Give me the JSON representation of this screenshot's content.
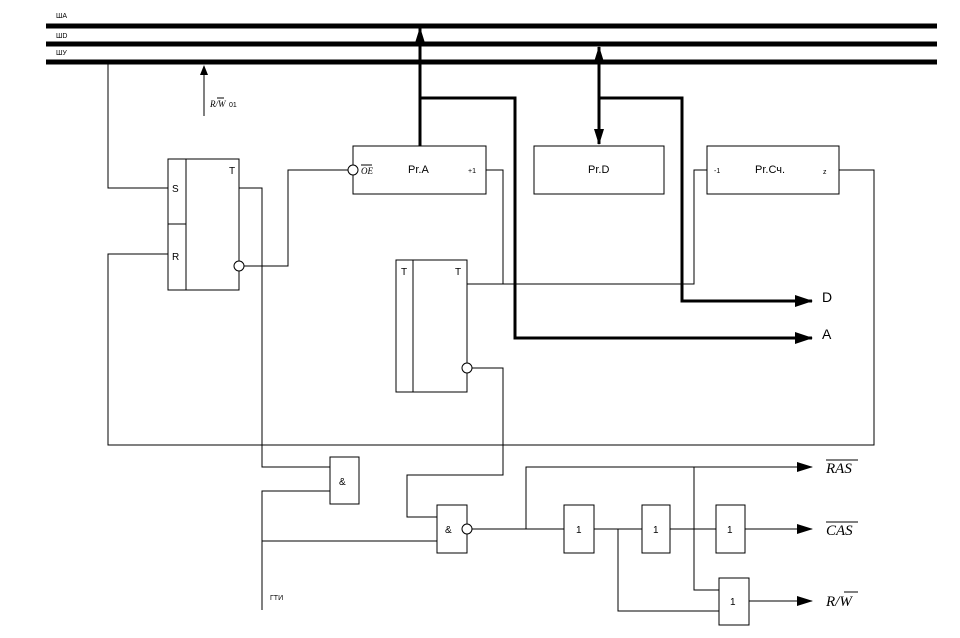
{
  "buses": {
    "address": "ША",
    "data": "ШD",
    "control": "ШУ"
  },
  "control_signal": {
    "name": "R/W",
    "suffix": "01"
  },
  "trigger_left": {
    "set": "S",
    "reset": "R",
    "type": "T"
  },
  "register_a": {
    "label": "Pr.A",
    "oe": "OE",
    "inc": "+1"
  },
  "register_d": {
    "label": "Pr.D"
  },
  "counter": {
    "label": "Pr.Сч.",
    "dec": "-1",
    "zero": "z"
  },
  "trigger_mid": {
    "left": "T",
    "right": "T"
  },
  "gates": {
    "and": "&",
    "buffer": "1"
  },
  "clock_label": "ГТИ",
  "outputs": {
    "d": "D",
    "a": "A",
    "ras": "RAS",
    "cas": "CAS",
    "rw": "R/W"
  }
}
